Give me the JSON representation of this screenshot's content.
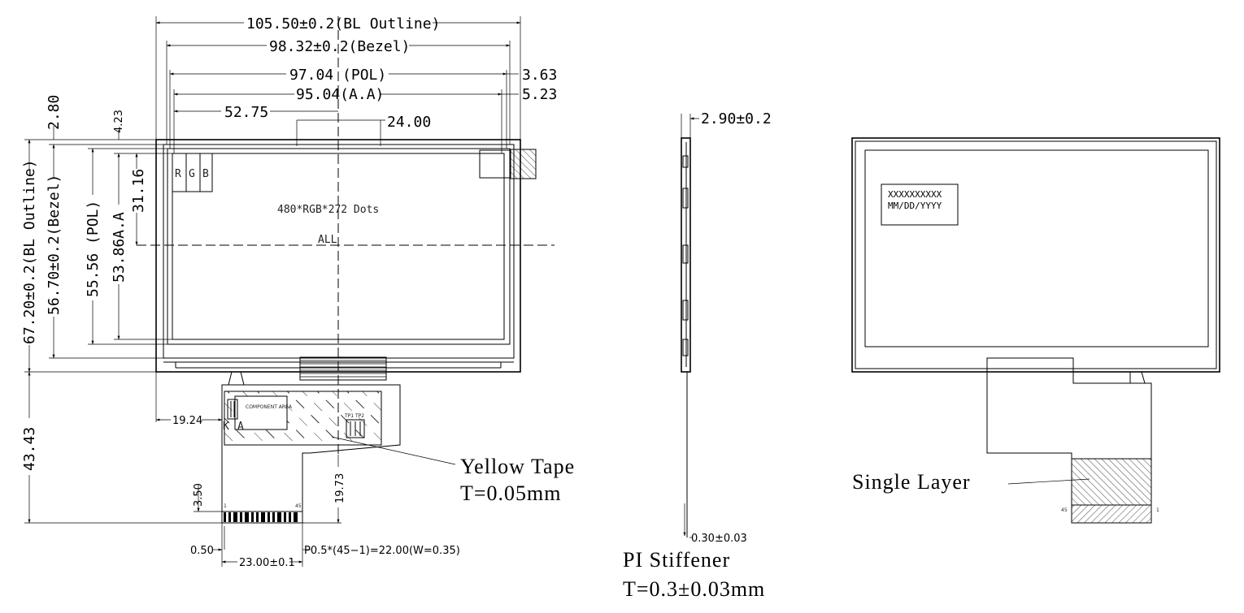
{
  "front_view": {
    "dims": {
      "bl_outline_w": "105.50±0.2(BL Outline)",
      "bezel_w": "98.32±0.2(Bezel)",
      "pol_w": "97.04 (POL)",
      "aa_w": "95.04(A.A)",
      "d_3_63": "3.63",
      "d_5_23": "5.23",
      "d_52_75": "52.75",
      "d_24_00": "24.00",
      "d_2_80": "2.80",
      "d_4_23": "4.23",
      "d_31_16": "31.16",
      "bl_outline_h": "67.20±0.2(BL Outline)",
      "bezel_h": "56.70±0.2(Bezel)",
      "pol_h": "55.56 (POL)",
      "aa_h": "53.86A.A",
      "d_43_43": "43.43",
      "d_19_24": "19.24",
      "d_19_73": "19.73",
      "d_3_50": "3.50",
      "d_0_50": "0.50",
      "pitch": "P0.5*(45−1)=22.00(W=0.35)",
      "fpc_w": "23.00±0.1"
    },
    "resolution": "480*RGB*272 Dots",
    "all_label": "ALL",
    "rgb": {
      "r": "R",
      "g": "G",
      "b": "B"
    },
    "component_area": "COMPONENT AREA",
    "pin_first": "1",
    "pin_last": "45",
    "k_label": "K",
    "a_label": "A",
    "tp_label": "TP1 TP2",
    "yellow_tape_1": "Yellow Tape",
    "yellow_tape_2": "T=0.05mm"
  },
  "side_view": {
    "thickness": "2.90±0.2",
    "stiffener_t": "0.30±0.03",
    "stiffener_1": "PI Stiffener",
    "stiffener_2": "T=0.3±0.03mm"
  },
  "rear_view": {
    "label_line1": "XXXXXXXXXX",
    "label_line2": "MM/DD/YYYY",
    "single_layer": "Single Layer",
    "pin_last": "45",
    "pin_first": "1"
  }
}
